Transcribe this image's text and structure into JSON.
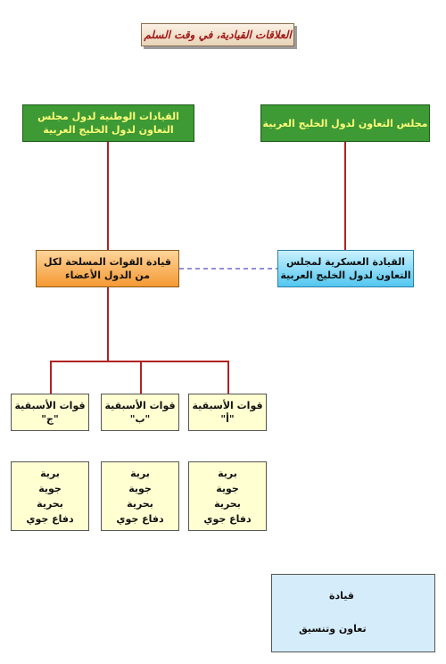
{
  "title": "العلاقات القيادية، في وقت السلم",
  "nodes": {
    "national": "القيادات الوطنية لدول مجلس التعاون لدول الخليج العربية",
    "gcc": "مجلس التعاون لدول الخليج العربية",
    "military": "القيادة العسكرية لمجلس التعاون لدول الخليج العربية",
    "armed": "قيادة القوات المسلحة لكل من الدول الأعضاء",
    "force_a": "قوات الأسبقية \"أ\"",
    "force_b": "قوات الأسبقية \"ب\"",
    "force_c": "قوات الأسبقية \"ج\""
  },
  "branches": [
    "برية",
    "جوية",
    "بحرية",
    "دفاع جوي"
  ],
  "legend": {
    "command": "قيادة",
    "coordination": "تعاون وتنسيق"
  },
  "colors": {
    "command_line": "#b22222",
    "coordination_line": "#2020c0"
  }
}
